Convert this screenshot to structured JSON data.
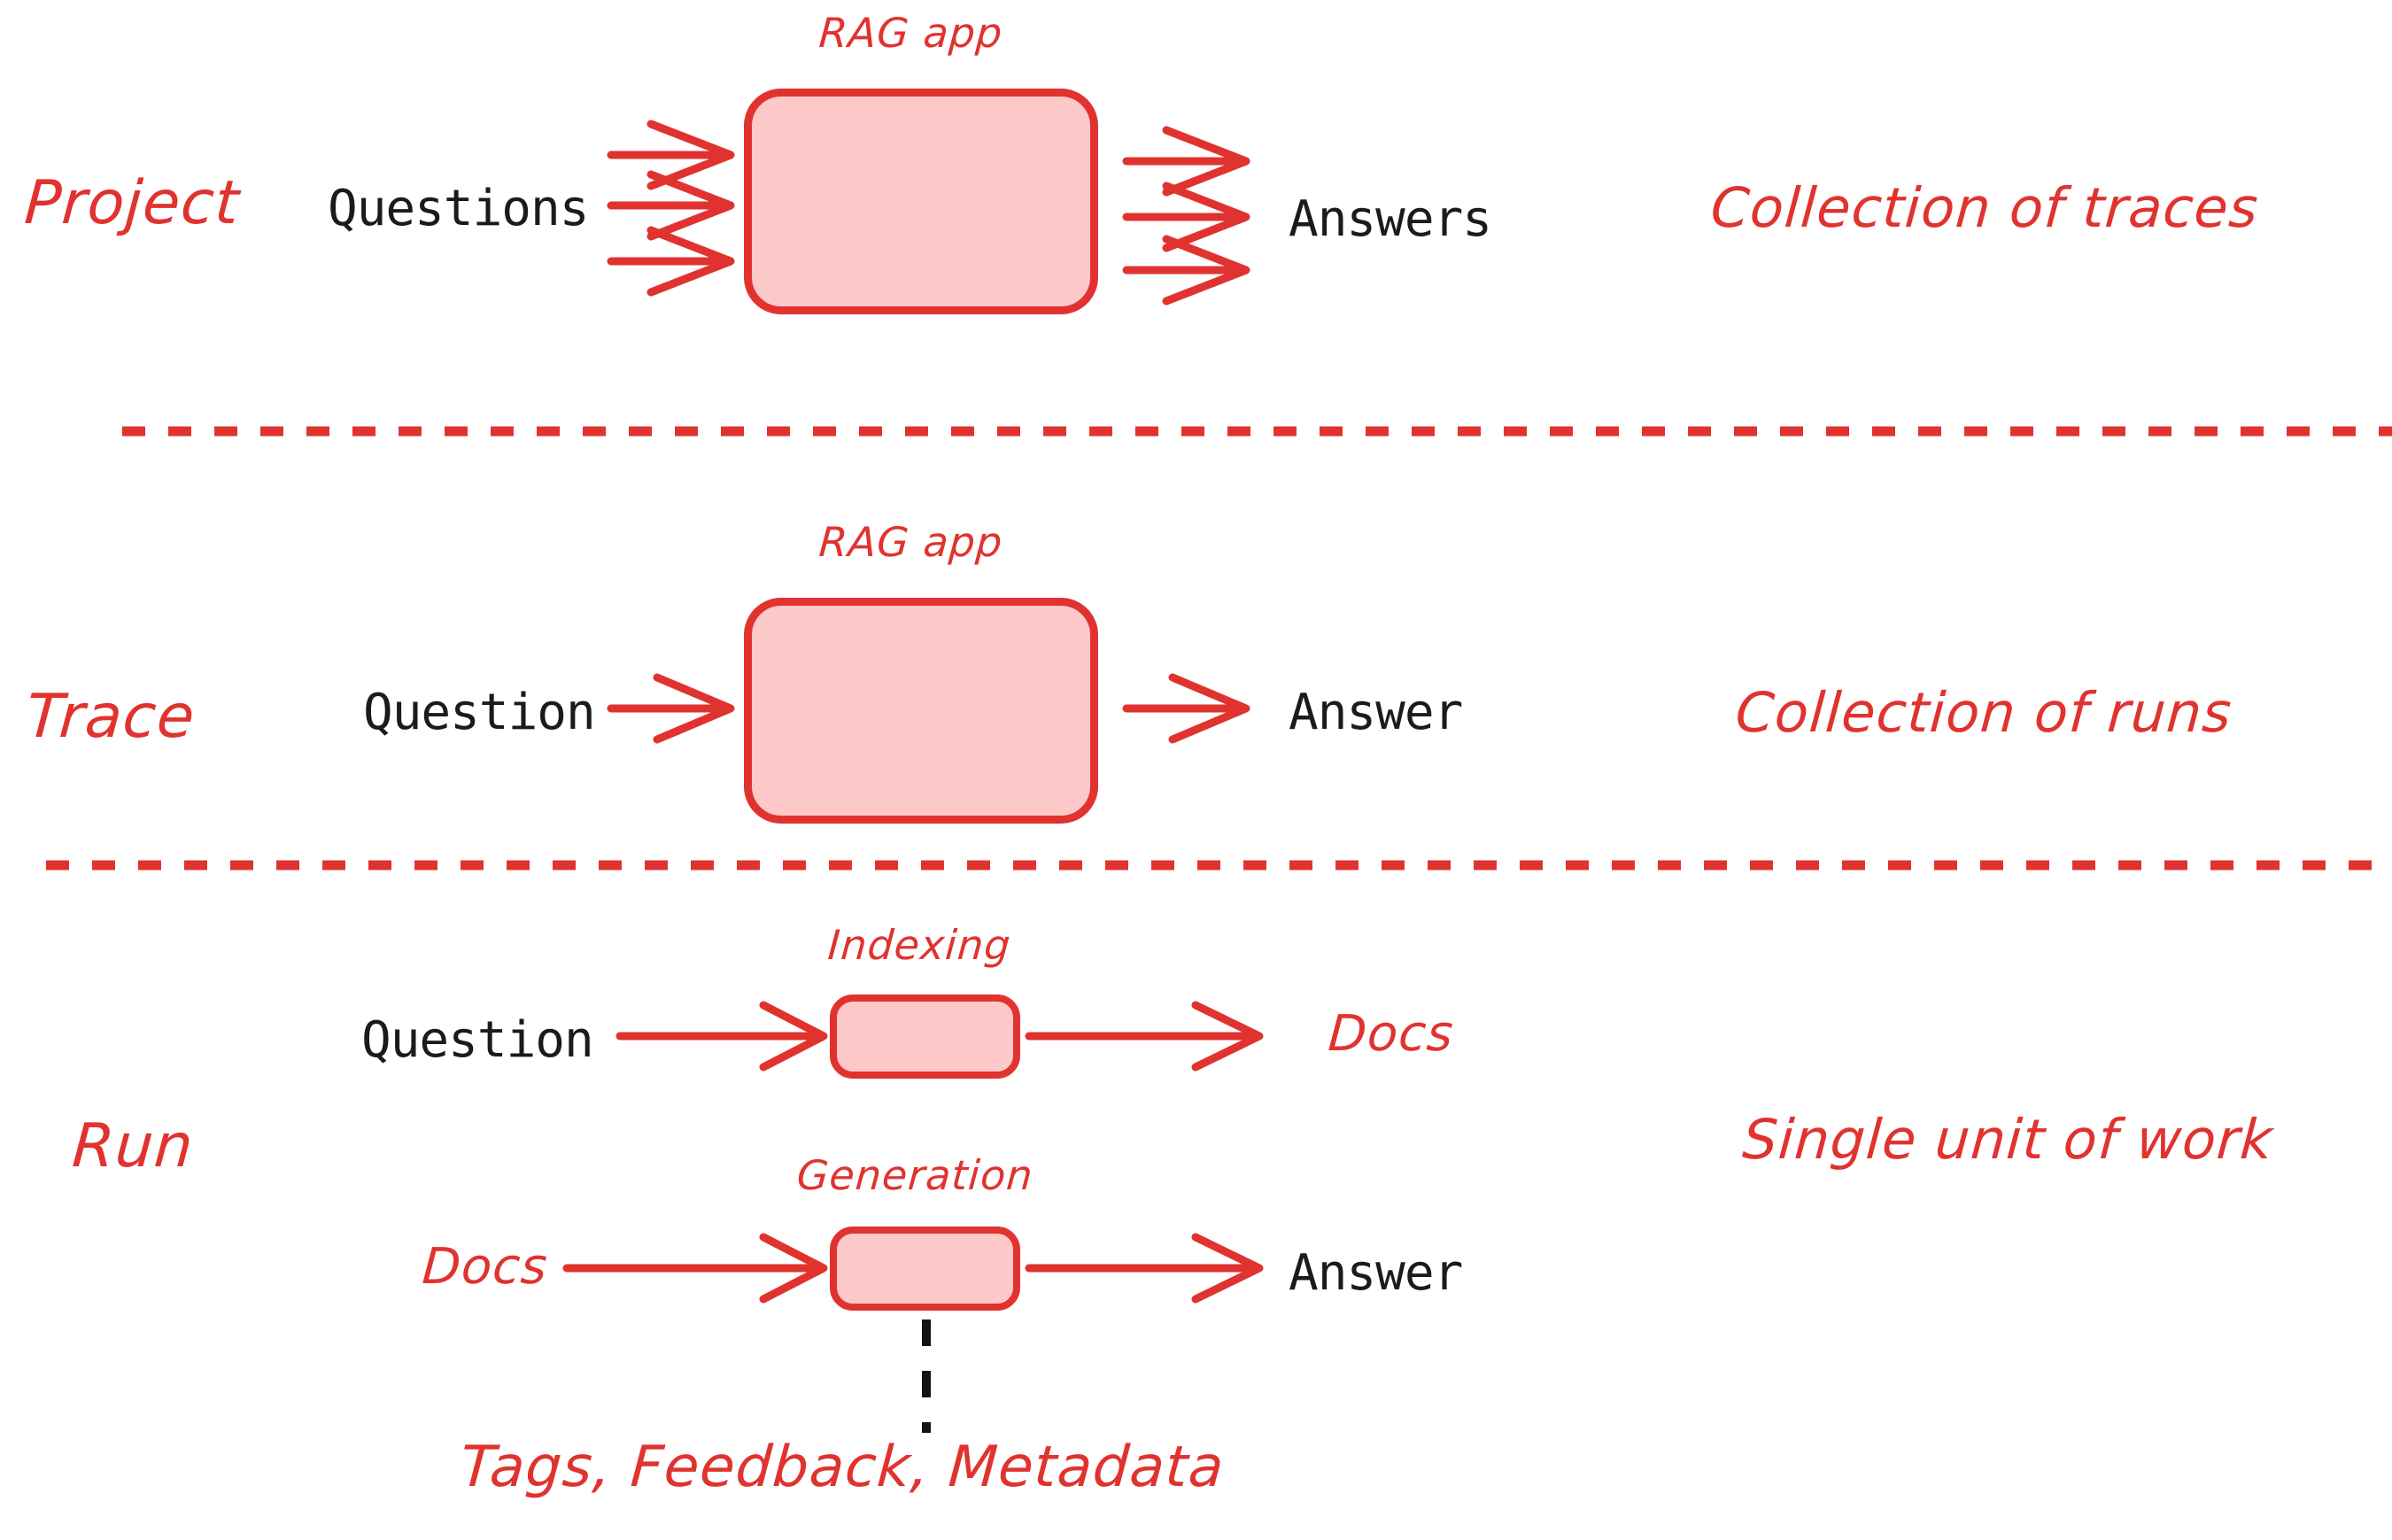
{
  "palette": {
    "accent": "#E0332F",
    "node_fill": "#FCC8C8",
    "text_dark": "#1b1b1b",
    "background": "#ffffff"
  },
  "rows": [
    {
      "id": "project",
      "concept_label": "Project",
      "description_label": "Collection of traces",
      "node_caption": "RAG app",
      "input_label": "Questions",
      "output_label": "Answers",
      "input_arrow_count": 3,
      "output_arrow_count": 3
    },
    {
      "id": "trace",
      "concept_label": "Trace",
      "description_label": "Collection of runs",
      "node_caption": "RAG app",
      "input_label": "Question",
      "output_label": "Answer",
      "input_arrow_count": 1,
      "output_arrow_count": 1
    },
    {
      "id": "run",
      "concept_label": "Run",
      "description_label": "Single unit of work",
      "steps": [
        {
          "node_caption": "Indexing",
          "input_label": "Question",
          "output_label": "Docs",
          "input_style": "mono",
          "output_style": "hand"
        },
        {
          "node_caption": "Generation",
          "input_label": "Docs",
          "output_label": "Answer",
          "input_style": "hand",
          "output_style": "mono"
        }
      ],
      "annotation_label": "Tags, Feedback, Metadata"
    }
  ],
  "dividers": [
    {
      "id": "divider-project-trace"
    },
    {
      "id": "divider-trace-run"
    }
  ]
}
